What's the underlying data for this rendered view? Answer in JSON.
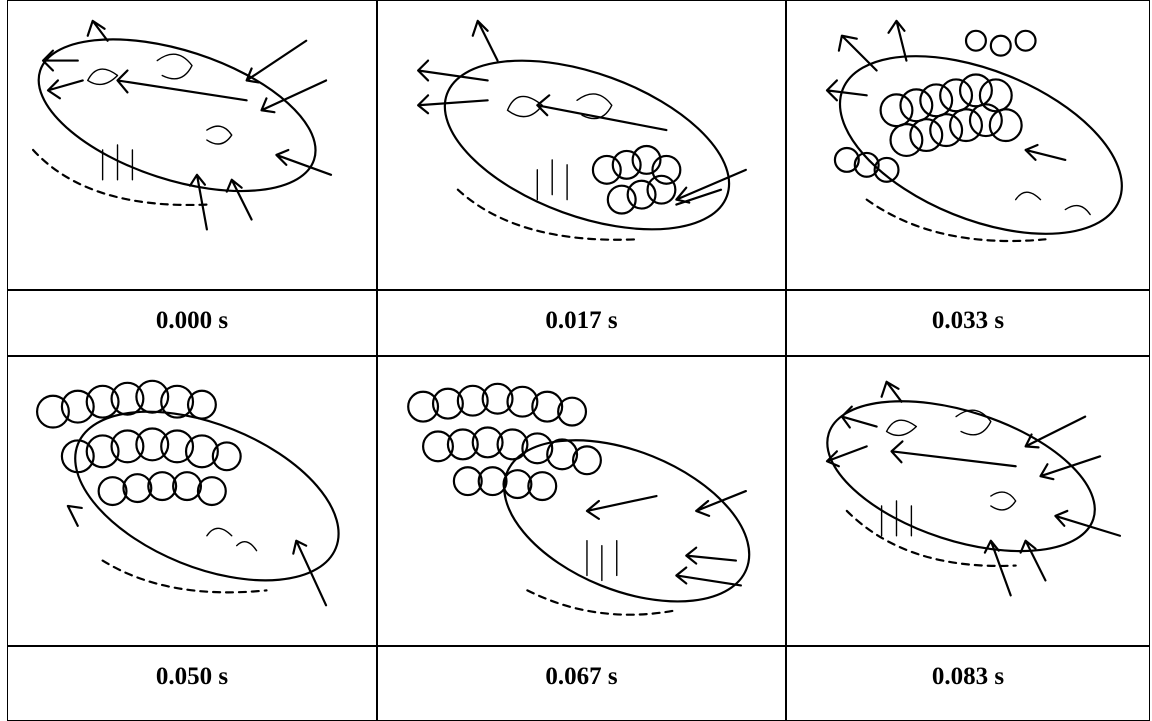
{
  "panels": [
    {
      "id": "p1",
      "label": "0.000 s",
      "phase": "inflow-outflow"
    },
    {
      "id": "p2",
      "label": "0.017 s",
      "phase": "rolling-start"
    },
    {
      "id": "p3",
      "label": "0.033 s",
      "phase": "rolling-vortices"
    },
    {
      "id": "p4",
      "label": "0.050 s",
      "phase": "vortex-train"
    },
    {
      "id": "p5",
      "label": "0.067 s",
      "phase": "vortex-train-reentry"
    },
    {
      "id": "p6",
      "label": "0.083 s",
      "phase": "inflow-outflow"
    }
  ],
  "icons": {
    "flow_arrow": "flow-arrow-icon",
    "vortex_coil": "vortex-coil-icon",
    "ellipse_body": "ellipse-body"
  }
}
